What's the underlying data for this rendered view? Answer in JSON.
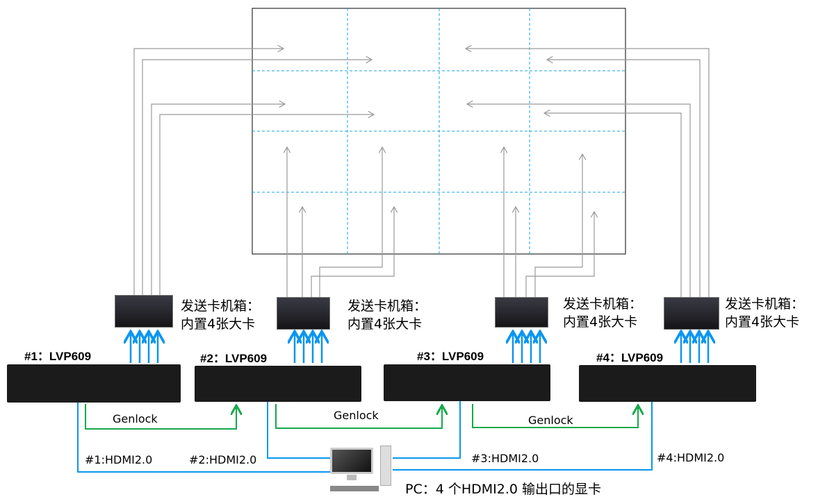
{
  "chassis_label": {
    "line1": "发送卡机箱：",
    "line2": "内置4张大卡"
  },
  "processors": [
    {
      "label": "#1：LVP609"
    },
    {
      "label": "#2：LVP609"
    },
    {
      "label": "#3：LVP609"
    },
    {
      "label": "#4：LVP609"
    }
  ],
  "genlock_label": "Genlock",
  "hdmi_labels": [
    "#1:HDMI2.0",
    "#2:HDMI2.0",
    "#3:HDMI2.0",
    "#4:HDMI2.0"
  ],
  "pc_label": "PC：4 个HDMI2.0 输出口的显卡",
  "colors": {
    "hdmi": "#0a96f0",
    "genlock": "#16a84a",
    "signal": "#999999",
    "grid": "#1aa4e0"
  }
}
